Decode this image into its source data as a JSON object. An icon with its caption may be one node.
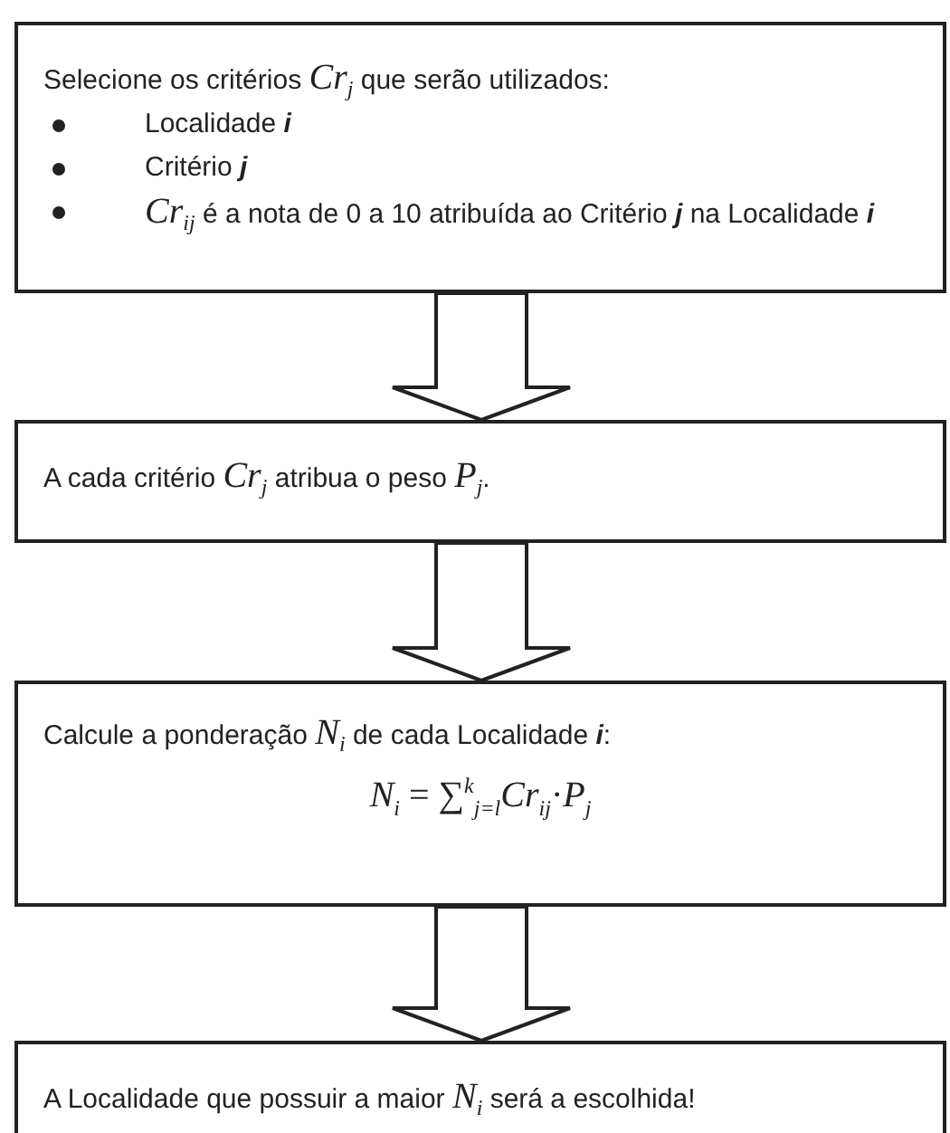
{
  "diagram": {
    "nodes": [
      {
        "text": [
          "Selecione os critérios *Cr*$_{j}$ que serão utilizados:",
          "Localidade **i**",
          "Critério **j**",
          "*Cr*$_{ij}$ é a nota de 0 a 10 atribuída ao Critério **j** na Localidade **i**"
        ]
      },
      {
        "text": [
          "A cada critério *Cr*$_{j}$ atribua o peso *P*$_{j}$."
        ]
      },
      {
        "text": [
          "Calcule a ponderação *N*$_{i}$ de cada Localidade **i**:",
          "*N*$_{i}$ = ∑$^{k}$$_{j=l}$*Cr*$_{ij}$·*P*$_{j}$"
        ]
      },
      {
        "text": [
          "A Localidade que possuir a maior *N*$_{i}$ será a escolhida!"
        ]
      }
    ],
    "edges": [
      {
        "from": 0,
        "to": 1,
        "arrow": "to"
      },
      {
        "from": 1,
        "to": 2,
        "arrow": "to"
      },
      {
        "from": 2,
        "to": 3,
        "arrow": "to"
      }
    ]
  }
}
